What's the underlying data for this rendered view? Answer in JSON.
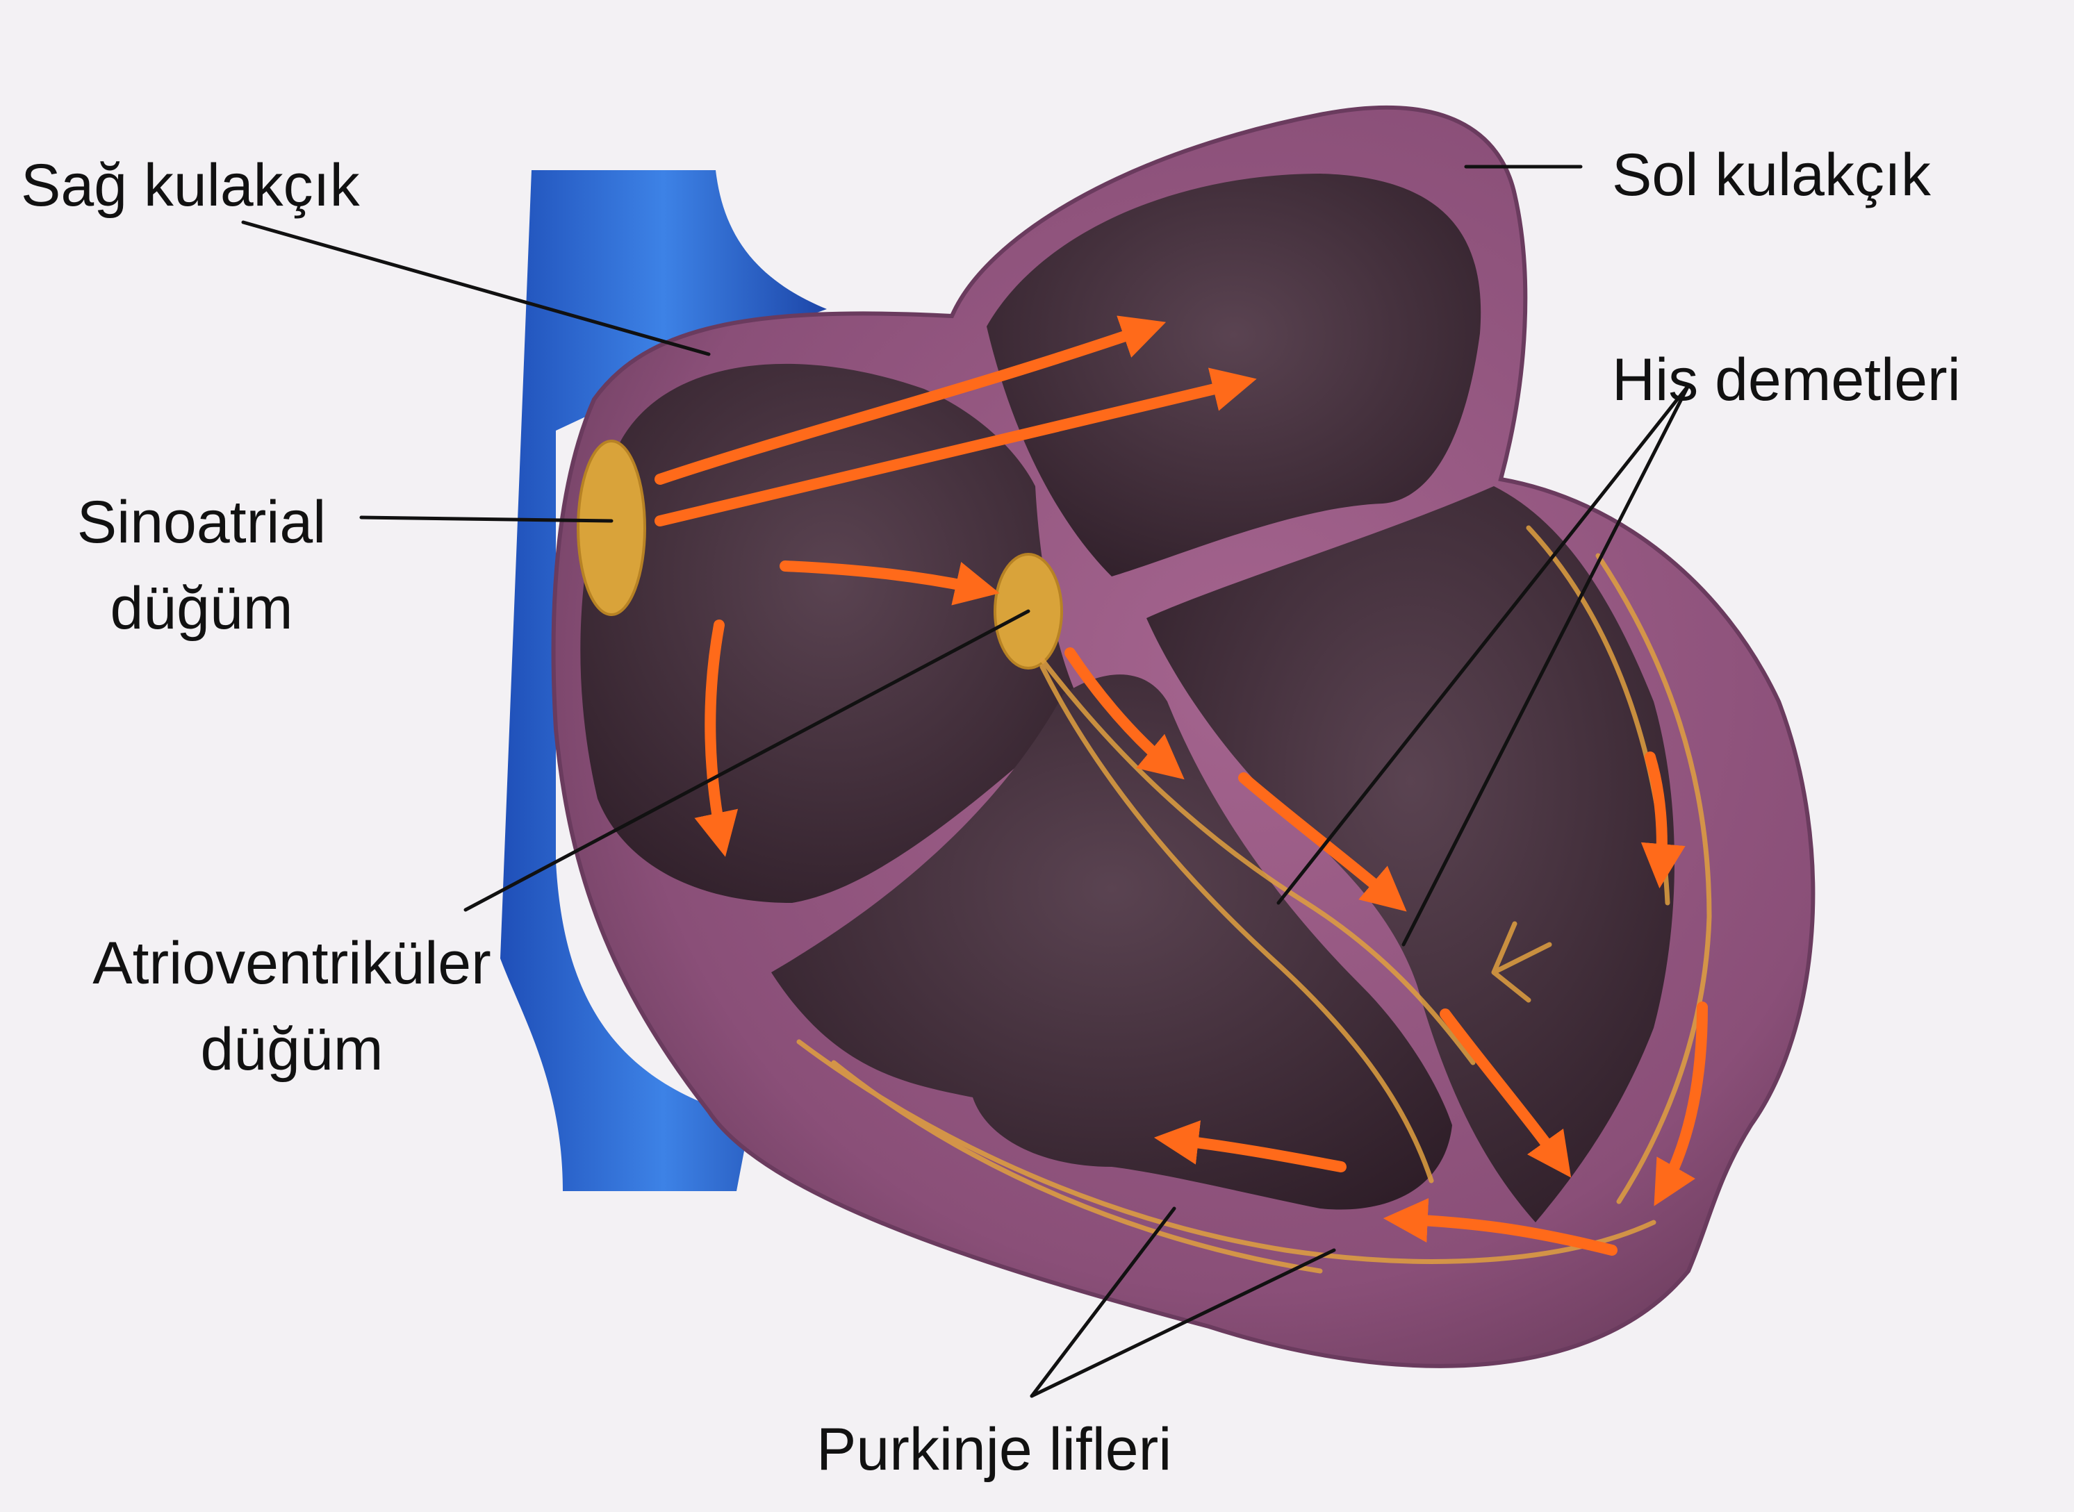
{
  "labels": {
    "right_atrium": "Sağ kulakçık",
    "left_atrium": "Sol kulakçık",
    "his_bundles": "His demetleri",
    "sa_node": [
      "Sinoatrial",
      "düğüm"
    ],
    "av_node": [
      "Atrioventriküler",
      "düğüm"
    ],
    "purkinje": "Purkinje lifleri"
  },
  "colors": {
    "background": "#f3f1f4",
    "vessel": "#2f6fd6",
    "heart_wall": "#8a4f78",
    "chamber": "#3b2734",
    "node": "#d9a33a",
    "arrow": "#ff6a1a",
    "fiber": "#e0a040"
  }
}
